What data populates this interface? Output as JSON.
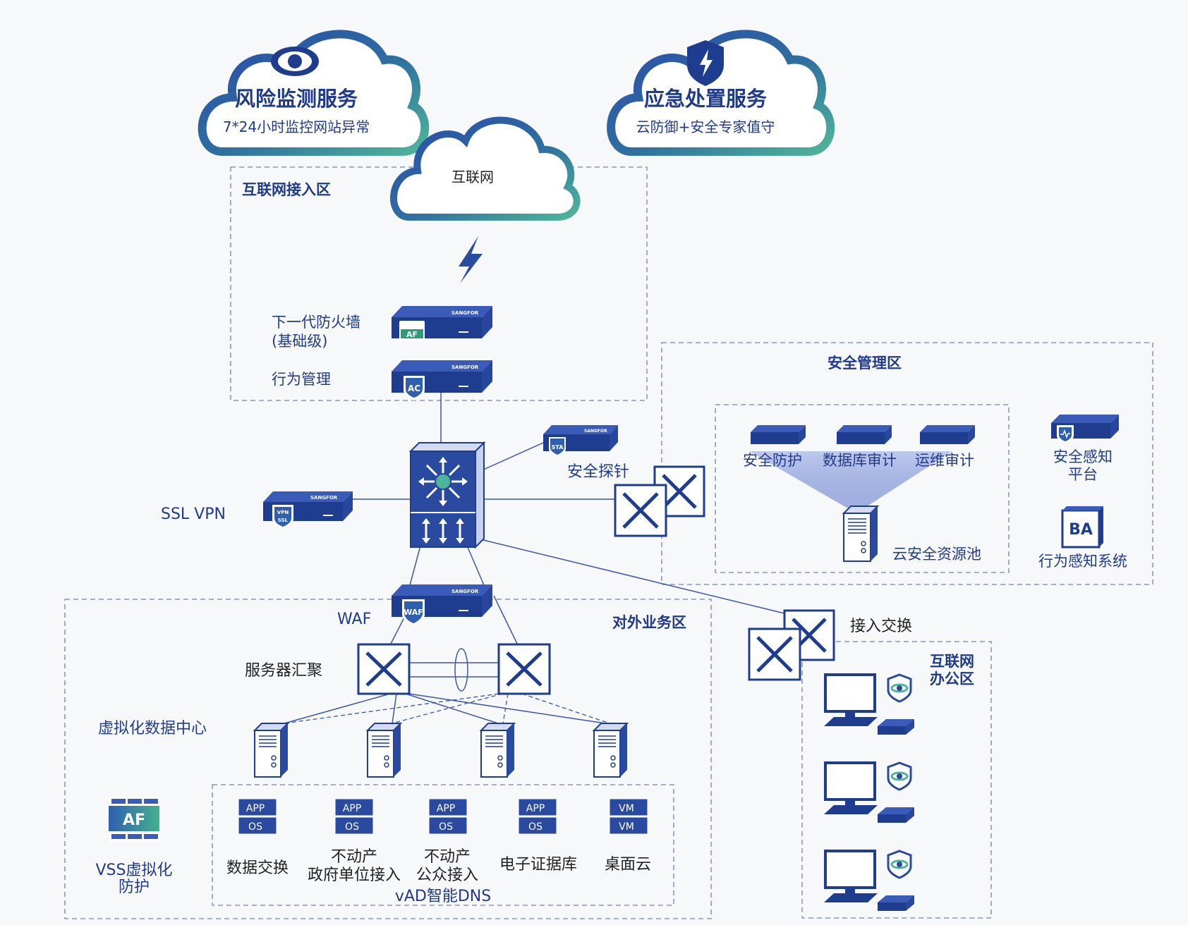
{
  "clouds": {
    "risk": {
      "title": "风险监测服务",
      "subtitle": "7*24小时监控网站异常",
      "icon": "eye-icon"
    },
    "emergency": {
      "title": "应急处置服务",
      "subtitle": "云防御+安全专家值守",
      "icon": "shield-bolt-icon"
    },
    "internet": {
      "label": "互联网"
    }
  },
  "zones": {
    "internet_access": "互联网接入区",
    "security_mgmt": "安全管理区",
    "external_business": "对外业务区",
    "office": "互联网\n办公区"
  },
  "devices": {
    "ngfw": {
      "label_line1": "下一代防火墙",
      "label_line2": "(基础级)",
      "badge": "AF",
      "brand": "SANGFOR"
    },
    "behavior_mgmt": {
      "label": "行为管理",
      "badge": "AC",
      "brand": "SANGFOR"
    },
    "sta": {
      "label": "安全探针",
      "badge": "STA",
      "brand": "SANGFOR"
    },
    "sslvpn": {
      "label": "SSL  VPN",
      "badge_top": "VPN",
      "badge_bottom": "SSL",
      "brand": "SANGFOR"
    },
    "waf": {
      "label": "WAF",
      "badge": "WAF",
      "brand": "SANGFOR"
    },
    "server_agg": {
      "label": "服务器汇聚"
    },
    "access_switch": {
      "label": "接入交换"
    },
    "sec_protect": {
      "label": "安全防护"
    },
    "db_audit": {
      "label": "数据库审计"
    },
    "ops_audit": {
      "label": "运维审计"
    },
    "cloud_pool": {
      "label": "云安全资源池"
    },
    "sip": {
      "label_line1": "安全感知",
      "label_line2": "平台"
    },
    "ba": {
      "badge": "BA",
      "label": "行为感知系统"
    },
    "vss": {
      "badge": "AF",
      "label_line1": "VSS虚拟化",
      "label_line2": "防护"
    }
  },
  "datacenter": {
    "label": "虚拟化数据中心",
    "apps": [
      {
        "top": "APP",
        "bottom": "OS",
        "label_line1": "数据交换",
        "label_line2": ""
      },
      {
        "top": "APP",
        "bottom": "OS",
        "label_line1": "不动产",
        "label_line2": "政府单位接入"
      },
      {
        "top": "APP",
        "bottom": "OS",
        "label_line1": "不动产",
        "label_line2": "公众接入"
      },
      {
        "top": "APP",
        "bottom": "OS",
        "label_line1": "电子证据库",
        "label_line2": ""
      },
      {
        "top": "VM",
        "bottom": "VM",
        "label_line1": "桌面云",
        "label_line2": ""
      }
    ],
    "vad": "vAD智能DNS"
  }
}
